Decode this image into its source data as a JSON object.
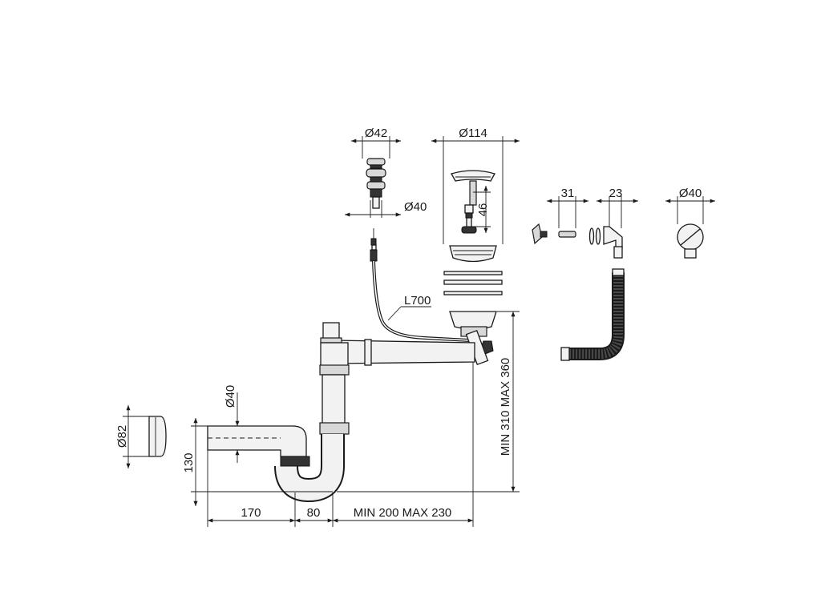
{
  "dimensions": {
    "d42": "Ø42",
    "d114": "Ø114",
    "d40_plug": "Ø40",
    "d46": "46",
    "d31": "31",
    "d23": "23",
    "d40_overflow": "Ø40",
    "l700": "L700",
    "d40_pipe": "Ø40",
    "d82": "Ø82",
    "h130": "130",
    "w170": "170",
    "w80": "80",
    "w_range": "MIN 200 MAX 230",
    "h_range": "MIN 310 MAX 360"
  }
}
